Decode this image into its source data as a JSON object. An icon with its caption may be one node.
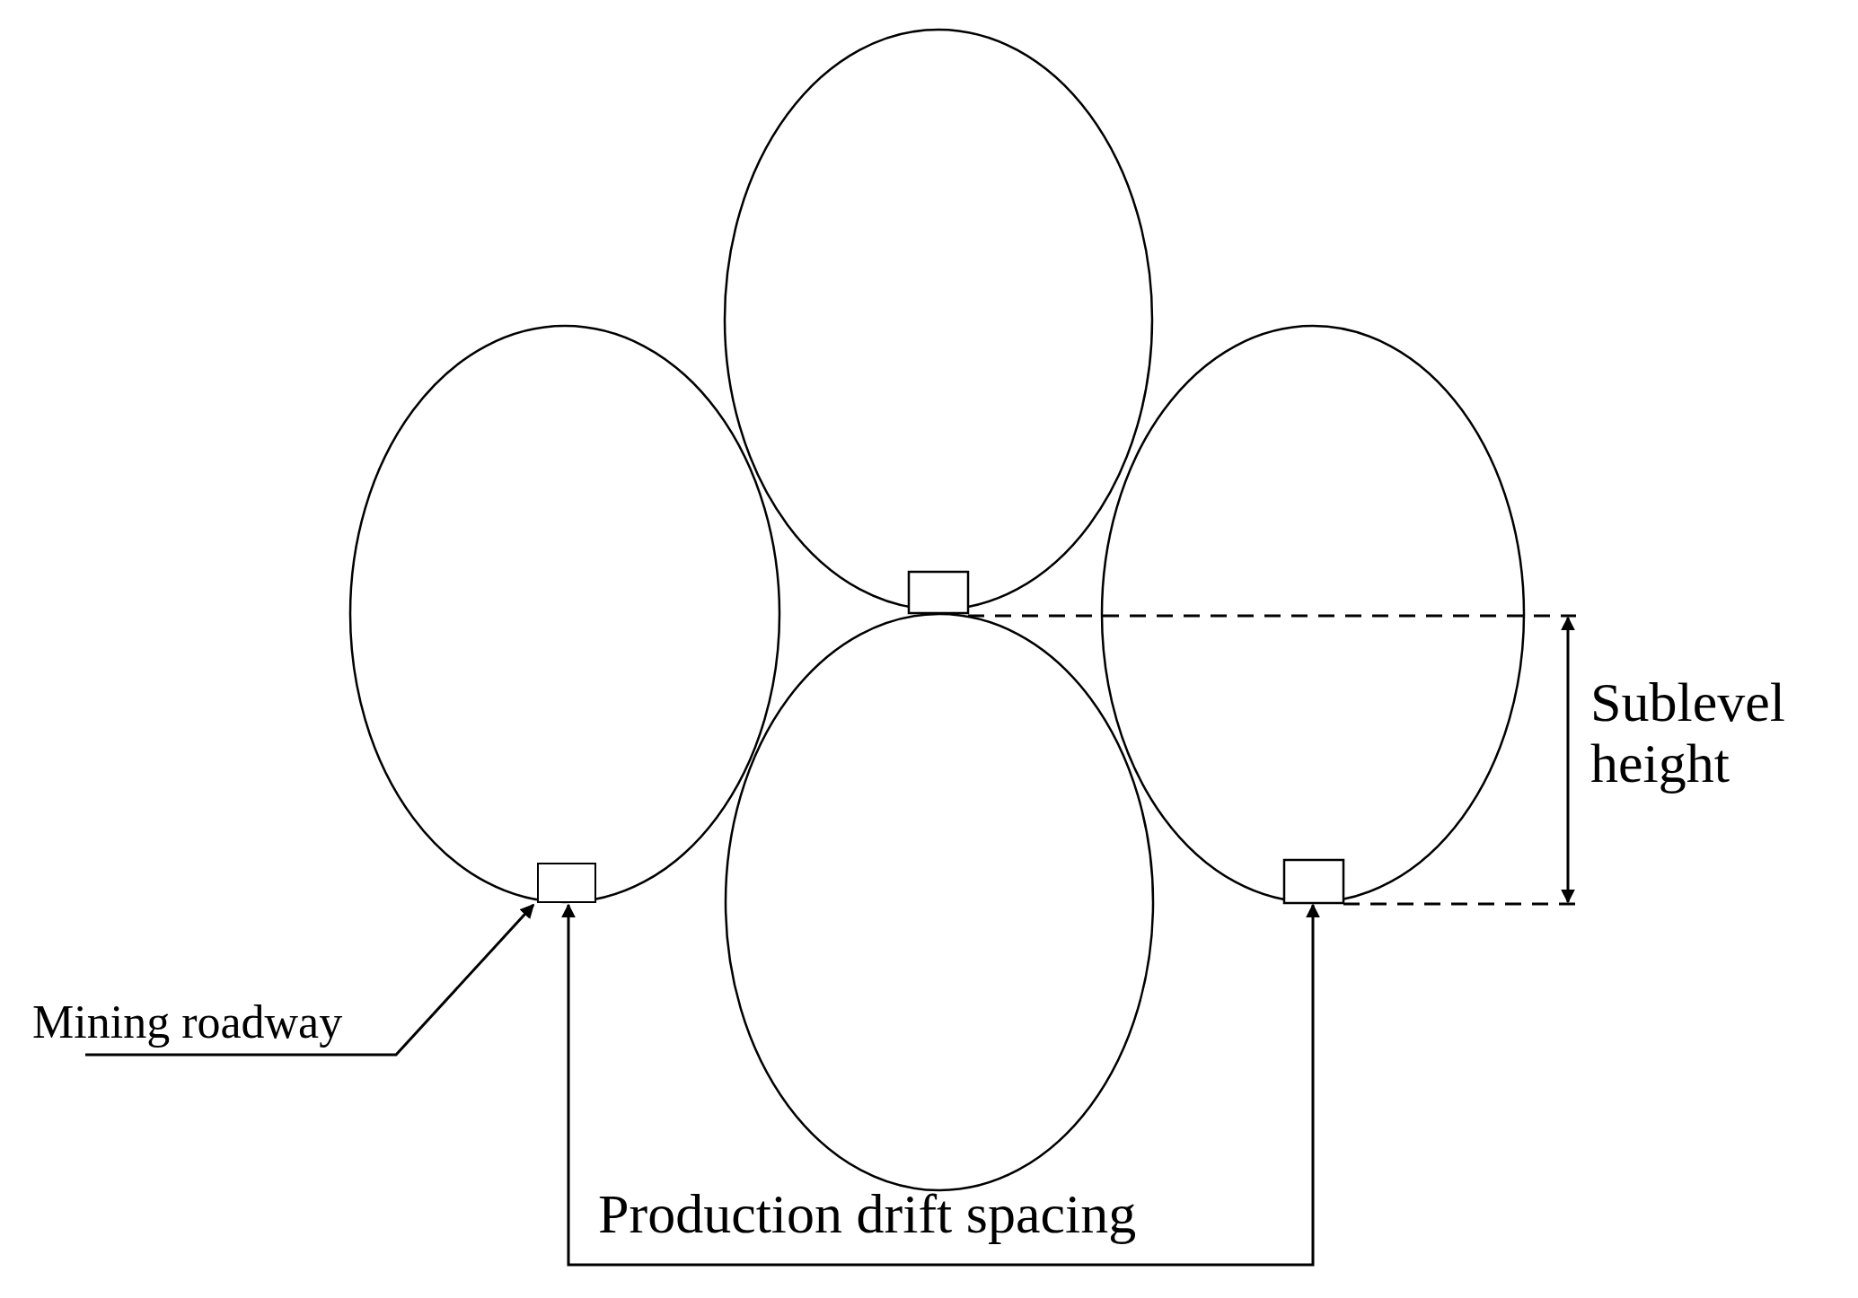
{
  "diagram": {
    "nodes": [
      {
        "text": [
          "Mining roadway"
        ]
      },
      {
        "text": [],
        "shape": "box"
      }
    ],
    "edges": [
      {
        "from": 0,
        "to": 1,
        "arrow": "to"
      }
    ],
    "labels": [
      "Sublevel height",
      "Production drift spacing"
    ]
  }
}
